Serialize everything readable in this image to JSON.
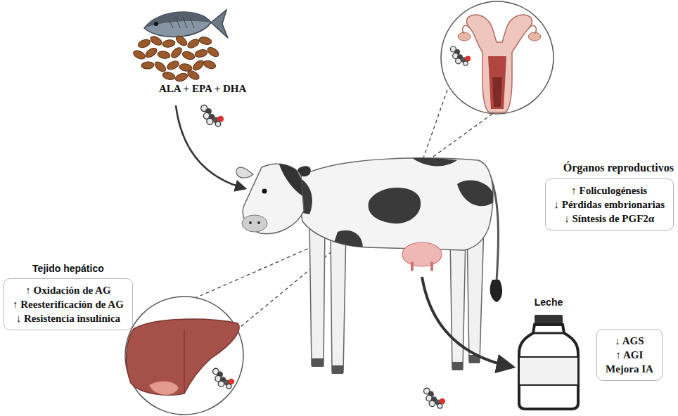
{
  "diagram": {
    "nodes": [
      {
        "text": [
          "Órganos reproductivos",
          "↑ Foliculogénesis",
          "↓ Pérdidas embrionarias",
          "↓ Síntesis de PGF2α"
        ]
      },
      {
        "text": [
          "Tejido hepático",
          "↑ Oxidación de AG",
          "↑ Reesterificación de AG",
          "↓ Resistencia insulínica"
        ]
      },
      {
        "text": [
          "↓ AGS",
          "↑ AGI",
          "Mejora IA"
        ]
      },
      {
        "text": [
          "Leche"
        ]
      }
    ],
    "labels": [
      "ALA + EPA + DHA"
    ]
  }
}
